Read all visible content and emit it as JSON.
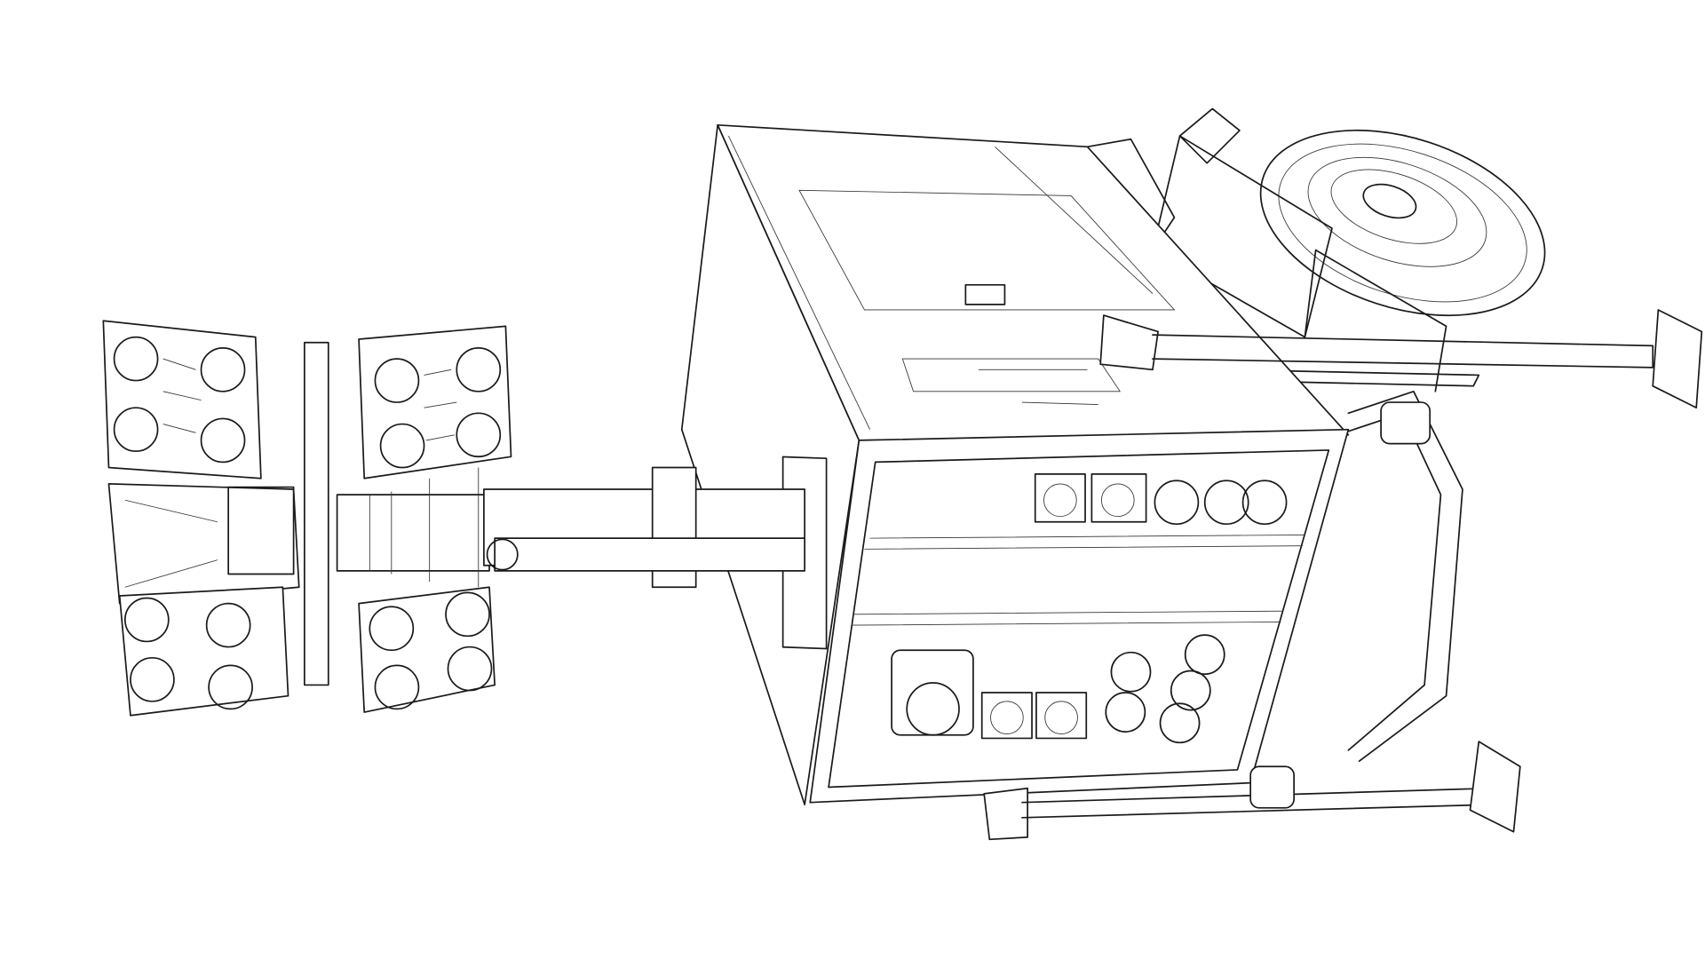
{
  "drawing": {
    "style": "wireframe line drawing",
    "line_color": "#1a1a1a",
    "background_color": "#ffffff",
    "subject_parts": [
      "generator-housing",
      "control-panel",
      "spare-wheel",
      "telescopic-mast",
      "light-head-array",
      "outrigger-legs"
    ]
  }
}
